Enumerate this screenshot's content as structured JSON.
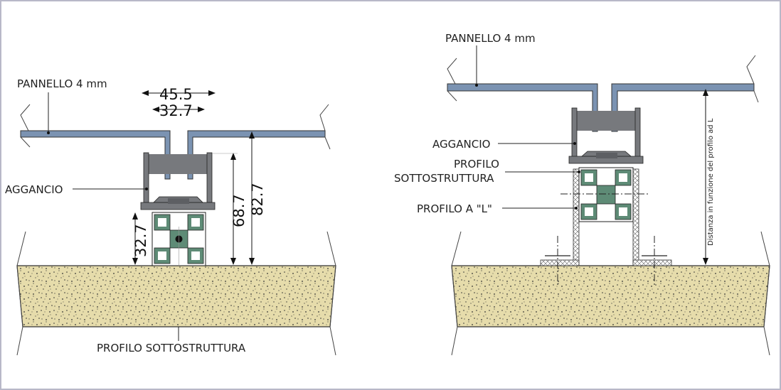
{
  "left": {
    "panel_label": "PANNELLO 4 mm",
    "dim_outer": "45.5",
    "dim_inner": "32.7",
    "aggancio_label": "AGGANCIO",
    "dim_vertical_small": "32.7",
    "dim_vertical_mid": "68.7",
    "dim_vertical_total": "82.7",
    "bottom_label": "PROFILO SOTTOSTRUTTURA"
  },
  "right": {
    "panel_label": "PANNELLO 4 mm",
    "aggancio_label": "AGGANCIO",
    "profilo_line1": "PROFILO",
    "profilo_line2": "SOTTOSTRUTTURA",
    "profilo_l_label": "PROFILO A \"L\"",
    "distance_label": "Distanza in funzione del profilo ad L"
  },
  "colors": {
    "panel": "#7b93b2",
    "clip": "#77797d",
    "profile": "#5e8b76",
    "ground": "#e6dcab"
  }
}
